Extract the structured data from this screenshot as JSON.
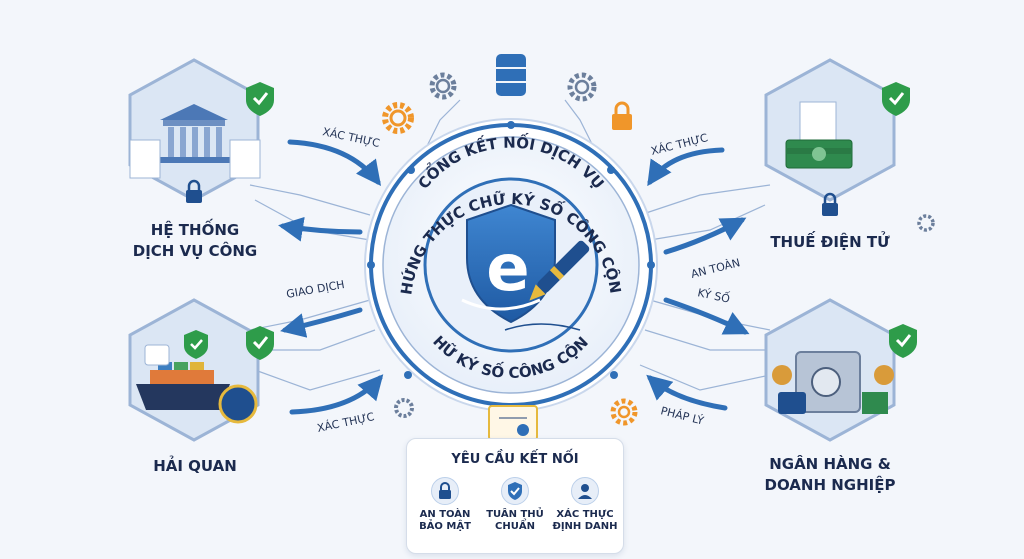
{
  "hub": {
    "title_line1": "CỔNG KẾT NỐI DỊCH VỤ",
    "title_line2": "CHỨNG THỰC CHỮ KÝ SỐ CÔNG CỘNG",
    "bottom_text": "CHỮ KÝ SỐ CÔNG CỘNG",
    "logo_letter": "e"
  },
  "nodes": {
    "top_left": {
      "line1": "HỆ THỐNG",
      "line2": "DỊCH VỤ CÔNG"
    },
    "bottom_left": {
      "line1": "HẢI QUAN"
    },
    "top_right": {
      "line1": "THUẾ ĐIỆN TỬ"
    },
    "bottom_right": {
      "line1": "NGÂN HÀNG &",
      "line2": "DOANH NGHIỆP"
    }
  },
  "arrows": {
    "xac_thuc_top_left": "XÁC THỰC",
    "giao_dich": "GIAO DỊCH",
    "xac_thuc_bottom_left": "XÁC THỰC",
    "xac_thuc_top_right": "XÁC THỰC",
    "an_toan": "AN TOÀN",
    "ky_so": "KÝ SỐ",
    "phap_ly": "PHÁP LÝ"
  },
  "requirements": {
    "title": "YÊU CẦU KẾT NỐI",
    "items": [
      {
        "line1": "AN TOÀN",
        "line2": "BẢO MẬT",
        "icon": "lock-icon"
      },
      {
        "line1": "TUÂN THỦ",
        "line2": "CHUẨN",
        "icon": "shield-check-icon"
      },
      {
        "line1": "XÁC THỰC",
        "line2": "ĐỊNH DANH",
        "icon": "user-icon"
      }
    ]
  },
  "colors": {
    "primary_blue": "#2f6fb7",
    "hex_fill": "#dbe6f4",
    "check_green": "#2e9c4a",
    "gear_orange": "#f0962a",
    "money_green": "#2f8a4e"
  }
}
